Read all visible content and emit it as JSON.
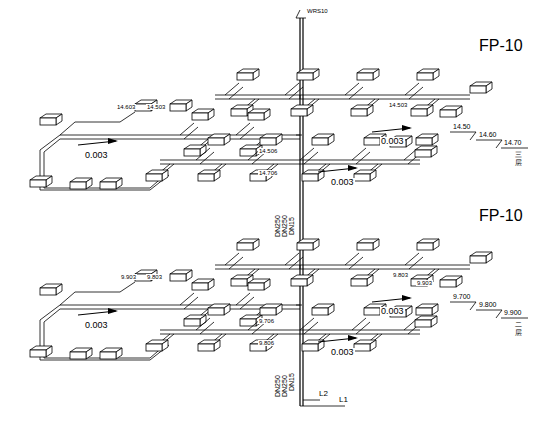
{
  "diagram": {
    "labels": [
      "FP-10",
      "WRS10",
      "14.603",
      "14.503",
      "0.003",
      "14.503",
      "0.003",
      "14.50",
      "14.60",
      "14.70",
      "三层",
      "14.506",
      "14.706",
      "0.003",
      "DN250",
      "DN250",
      "DN15",
      "FP-10",
      "9.903",
      "9.803",
      "0.003",
      "9.803",
      "9.903",
      "0.003",
      "9.700",
      "9.800",
      "9.900",
      "二层",
      "9.706",
      "9.806",
      "0.003",
      "DN250",
      "DN250",
      "DN15",
      "L2",
      "L1"
    ]
  }
}
